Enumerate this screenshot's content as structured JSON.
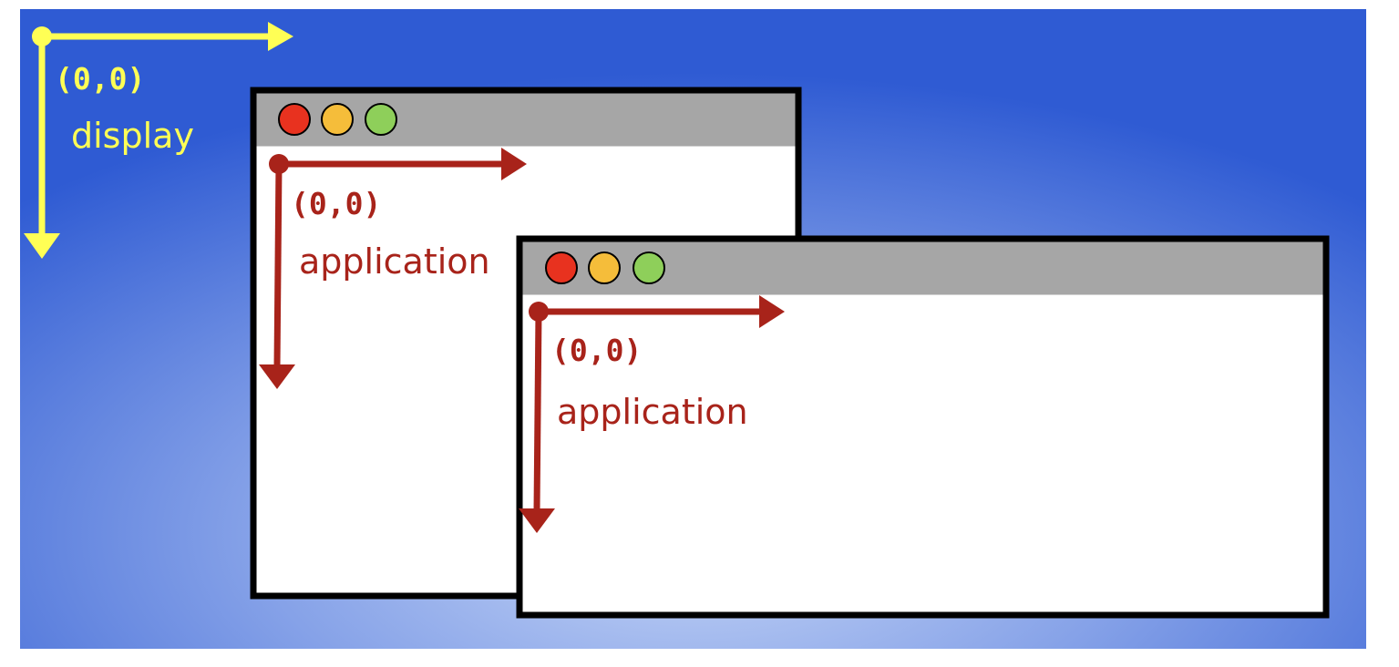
{
  "colors": {
    "display_axis": "#ffff55",
    "app_axis": "#a8231a",
    "desktop_center": "#c8d8f6",
    "desktop_edge": "#2f5bd3",
    "titlebar": "#a6a6a6",
    "window_border": "#000000",
    "window_body": "#ffffff",
    "btn_close": "#e8321f",
    "btn_minimize": "#f5bd3a",
    "btn_maximize": "#8ecf5a"
  },
  "display": {
    "origin_label": "(0,0)",
    "name_label": "display"
  },
  "windows": [
    {
      "origin_label": "(0,0)",
      "name_label": "application"
    },
    {
      "origin_label": "(0,0)",
      "name_label": "application"
    }
  ]
}
